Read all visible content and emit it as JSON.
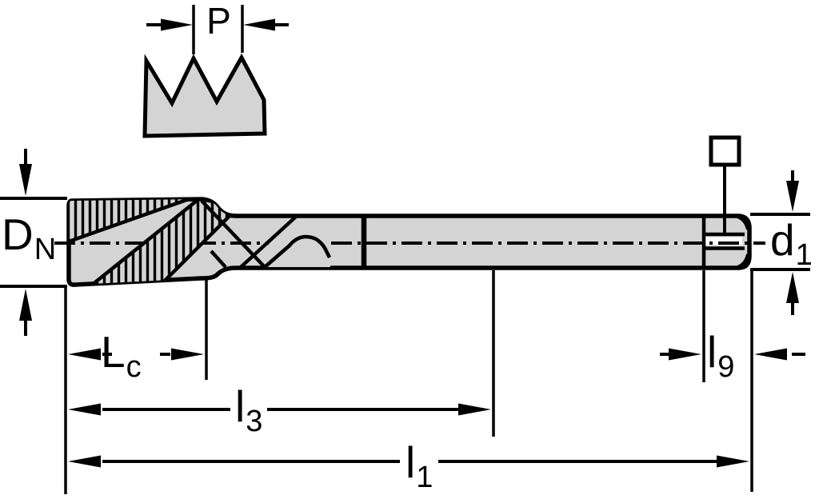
{
  "drawing": {
    "description": "Technical dimension drawing of a machine tap (side view) with thread pitch detail",
    "colors": {
      "outline": "#000000",
      "body_fill": "#d4d4d4",
      "background": "#ffffff"
    },
    "labels": {
      "pitch": {
        "main": "P",
        "sub": ""
      },
      "nominal_diameter": {
        "main": "D",
        "sub": "N"
      },
      "shank_diameter": {
        "main": "d",
        "sub": "1"
      },
      "chamfer_length": {
        "main": "L",
        "sub": "c"
      },
      "thread_length": {
        "main": "l",
        "sub": "3"
      },
      "overall_length": {
        "main": "l",
        "sub": "1"
      },
      "square_length": {
        "main": "l",
        "sub": "9"
      }
    }
  }
}
